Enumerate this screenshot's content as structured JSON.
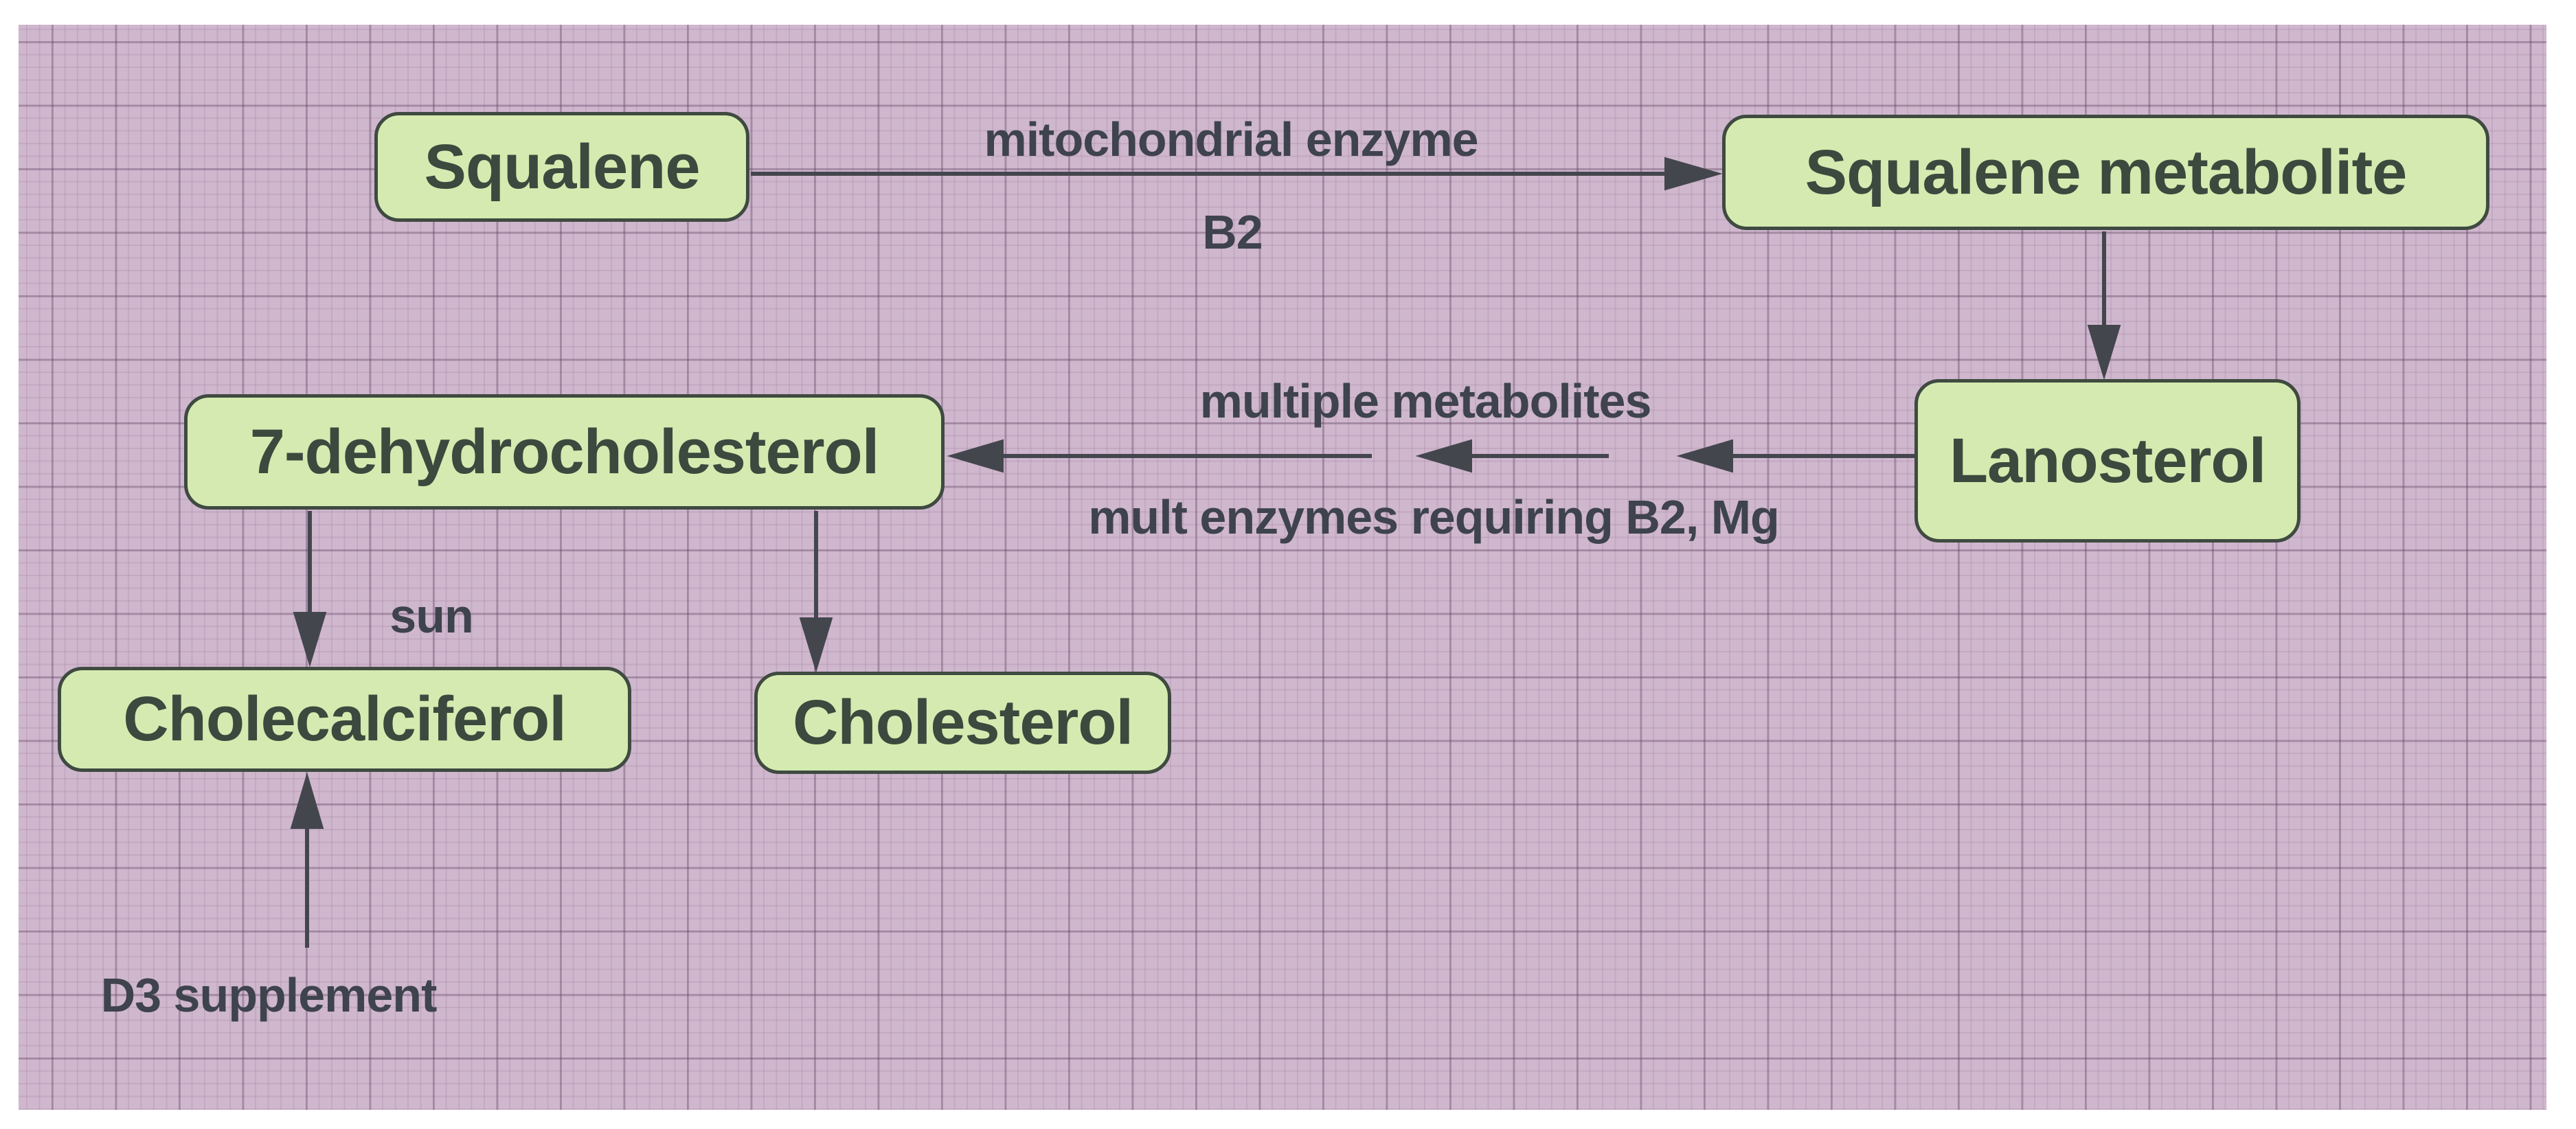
{
  "nodes": {
    "squalene": {
      "label": "Squalene"
    },
    "squalene_metabolite": {
      "label": "Squalene metabolite"
    },
    "lanosterol": {
      "label": "Lanosterol"
    },
    "dehydrocholesterol_7": {
      "label": "7-dehydrocholesterol"
    },
    "cholecalciferol": {
      "label": "Cholecalciferol"
    },
    "cholesterol": {
      "label": "Cholesterol"
    }
  },
  "edge_labels": {
    "mitochondrial_enzyme": "mitochondrial enzyme",
    "b2": "B2",
    "multiple_metabolites": "multiple metabolites",
    "mult_enzymes": "mult enzymes requiring B2, Mg",
    "sun": "sun",
    "d3_supplement": "D3 supplement"
  },
  "colors": {
    "page_background": "#ffffff",
    "canvas_background": "#cfb7ce",
    "node_fill": "#d5eab0",
    "node_border": "#3f4a41",
    "node_text": "#3b493e",
    "label_text": "#3e434d",
    "edge_line": "#44464d"
  }
}
